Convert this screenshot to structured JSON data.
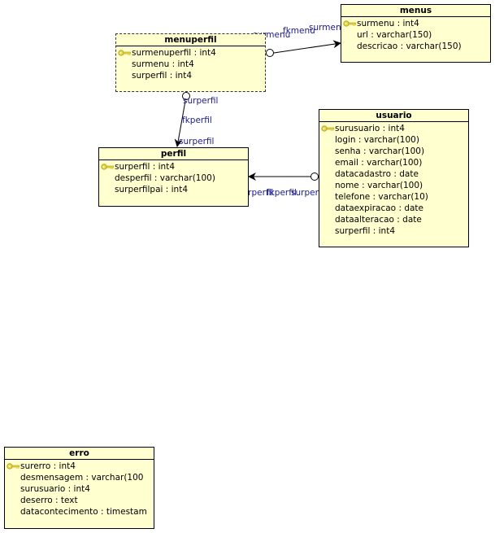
{
  "entities": {
    "menuperfil": {
      "name": "menuperfil",
      "fields": [
        {
          "text": "surmenuperfil : int4",
          "pk": true
        },
        {
          "text": "surmenu : int4",
          "pk": false
        },
        {
          "text": "surperfil : int4",
          "pk": false
        }
      ]
    },
    "menus": {
      "name": "menus",
      "fields": [
        {
          "text": "surmenu : int4",
          "pk": true
        },
        {
          "text": "url : varchar(150)",
          "pk": false
        },
        {
          "text": "descricao : varchar(150)",
          "pk": false
        }
      ]
    },
    "usuario": {
      "name": "usuario",
      "fields": [
        {
          "text": "surusuario : int4",
          "pk": true
        },
        {
          "text": "login : varchar(100)",
          "pk": false
        },
        {
          "text": "senha : varchar(100)",
          "pk": false
        },
        {
          "text": "email : varchar(100)",
          "pk": false
        },
        {
          "text": "datacadastro : date",
          "pk": false
        },
        {
          "text": "nome : varchar(100)",
          "pk": false
        },
        {
          "text": "telefone : varchar(10)",
          "pk": false
        },
        {
          "text": "dataexpiracao : date",
          "pk": false
        },
        {
          "text": "dataalteracao : date",
          "pk": false
        },
        {
          "text": "surperfil : int4",
          "pk": false
        }
      ]
    },
    "perfil": {
      "name": "perfil",
      "fields": [
        {
          "text": "surperfil : int4",
          "pk": true
        },
        {
          "text": "desperfil : varchar(100)",
          "pk": false
        },
        {
          "text": "surperfilpai : int4",
          "pk": false
        }
      ]
    },
    "erro": {
      "name": "erro",
      "fields": [
        {
          "text": "surerro : int4",
          "pk": true
        },
        {
          "text": "desmensagem : varchar(100",
          "pk": false
        },
        {
          "text": "surusuario : int4",
          "pk": false
        },
        {
          "text": "deserro : text",
          "pk": false
        },
        {
          "text": "datacontecimento : timestam",
          "pk": false
        }
      ]
    }
  },
  "relations": {
    "menuperfil_menus": {
      "source_col": "surmenu",
      "fk_name": "fkmenu",
      "target_col": "surmenu"
    },
    "menuperfil_perfil": {
      "source_col": "surperfil",
      "fk_name": "fkperfil",
      "target_col": "surperfil"
    },
    "usuario_perfil": {
      "source_col": "surperfil",
      "fk_name": "fkperfil",
      "target_col": "surperfil"
    }
  },
  "colors": {
    "entity_fill": "#ffffd0",
    "label_color": "#1a1a8c",
    "key_color": "#d4c21a"
  }
}
